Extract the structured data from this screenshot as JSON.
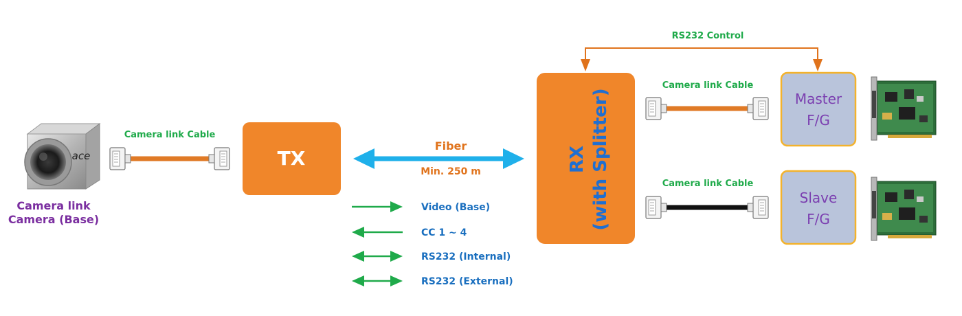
{
  "camera": {
    "line1": "Camera link",
    "line2": "Camera (Base)",
    "brand_mark": "ace"
  },
  "cables": {
    "left": "Camera link Cable",
    "master": "Camera link Cable",
    "slave": "Camera link Cable"
  },
  "tx": {
    "label": "TX"
  },
  "fiber": {
    "label": "Fiber",
    "distance": "Min. 250 m"
  },
  "legend": [
    {
      "label": "Video (Base)",
      "arrow": "right"
    },
    {
      "label": "CC 1 ~ 4",
      "arrow": "left"
    },
    {
      "label": "RS232 (Internal)",
      "arrow": "both"
    },
    {
      "label": "RS232 (External)",
      "arrow": "both"
    }
  ],
  "rx": {
    "line1": "RX",
    "line2": "(with Splitter)"
  },
  "rs232_control": {
    "label": "RS232 Control"
  },
  "master": {
    "line1": "Master",
    "line2": "F/G"
  },
  "slave": {
    "line1": "Slave",
    "line2": "F/G"
  },
  "colors": {
    "orange": "#f0862a",
    "green": "#1faa4a",
    "blue": "#1a6fbf",
    "cyan": "#1fb0ea",
    "purple": "#7b2fa0",
    "grey_box": "#b9c4db",
    "gold_border": "#f3b22c"
  }
}
